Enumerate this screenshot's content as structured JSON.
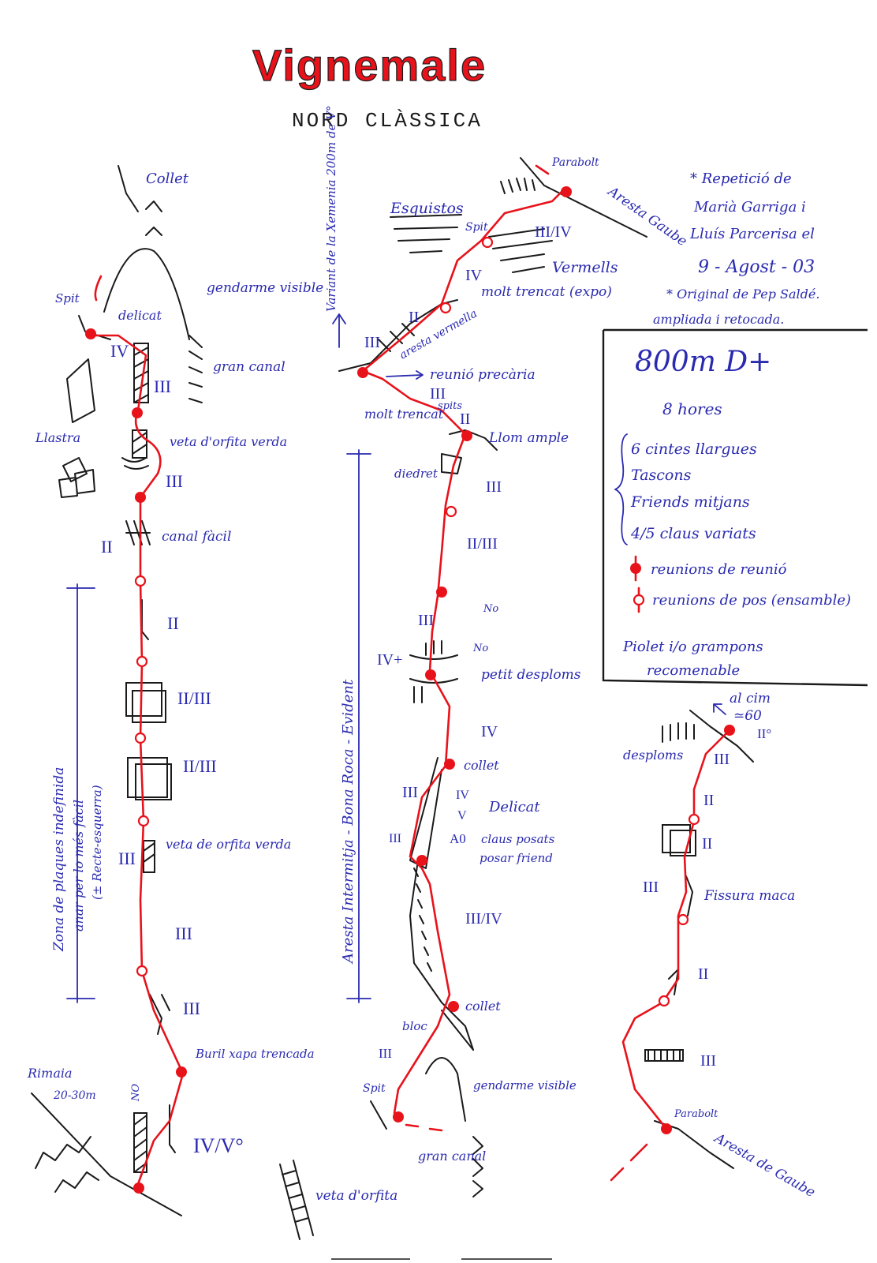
{
  "title": {
    "main": "Vignemale",
    "sub": "NORD CLÀSSICA"
  },
  "colors": {
    "ink": "#1a1a1a",
    "blue": "#2a2ab0",
    "red": "#e8121b",
    "title_red": "#e8121b"
  },
  "notes": {
    "line1": "* Repetició de",
    "line2": "Marià Garriga i",
    "line3": "Lluís Parcerisa el",
    "date": "9 - Agost - 03",
    "orig1": "* Original de Pep Saldé.",
    "orig2": "ampliada i retocada."
  },
  "info_box": {
    "headline": "800m D+",
    "hours": "8 hores",
    "gear": [
      "6 cintes llargues",
      "Tascons",
      "Friends mitjans",
      "4/5 claus variats"
    ],
    "legend_belay": "reunions de reunió",
    "legend_pos": "reunions de pos (ensamble)",
    "footer1": "Piolet i/o grampons",
    "footer2": "recomenable"
  },
  "col1": {
    "labels": {
      "collet": "Collet",
      "spit": "Spit",
      "delicat": "delicat",
      "gendarme": "gendarme visible",
      "gran_canal": "gran canal",
      "llastra": "Llastra",
      "veta1": "veta d'orfita verda",
      "canal_facil": "canal fàcil",
      "zona": "Zona de plaques indefinida",
      "zona2": "anar per lo més fàcil",
      "zona3": "(± Recte-esquerra)",
      "veta2": "veta de orfita verda",
      "buril": "Buril xapa trencada",
      "rimaia": "Rimaia",
      "rimaia_m": "20-30m",
      "no": "NO",
      "veta3": "veta d'orfita"
    },
    "grades": [
      "IV",
      "III",
      "III",
      "II",
      "II",
      "II/III",
      "II/III",
      "III",
      "III",
      "III",
      "IV/V°"
    ]
  },
  "col2": {
    "labels": {
      "variant": "Variant de la Xemenia 200m de V°",
      "esquistos": "Esquistos",
      "spit": "Spit",
      "parabolt": "Parabolt",
      "aresta_gaube": "Aresta Gaube",
      "vermells": "Vermells",
      "molt_trencat_expo": "molt trencat (expo)",
      "aresta_vermella": "aresta vermella",
      "reunio_precaria": "reunió precària",
      "spits": "spits",
      "molt_trencat": "molt trencat",
      "llom": "Llom ample",
      "diedret": "diedret",
      "no1": "No",
      "no2": "No",
      "petit_desploms": "petit desploms",
      "collet1": "collet",
      "delicat": "Delicat",
      "claus": "claus posats",
      "friend": "posar friend",
      "a0": "A0",
      "arete_long": "Aresta Intermitja - Bona Roca - Evident",
      "collet2": "collet",
      "bloc": "bloc",
      "spit2": "Spit",
      "gendarme": "gendarme visible",
      "gran_canal": "gran canal"
    },
    "grades": [
      "III/IV",
      "IV",
      "II",
      "III",
      "III",
      "II",
      "III",
      "II/III",
      "III",
      "IV+",
      "IV",
      "III",
      "IV",
      "V",
      "III",
      "III/IV",
      "III"
    ]
  },
  "col3": {
    "labels": {
      "cim": "al cim",
      "cim_m": "≃60",
      "cim_grade": "II°",
      "desploms": "desploms",
      "fissura": "Fissura maca",
      "parabolt": "Parabolt",
      "aresta": "Aresta de Gaube"
    },
    "grades": [
      "III",
      "II",
      "II",
      "III",
      "II",
      "III"
    ]
  }
}
